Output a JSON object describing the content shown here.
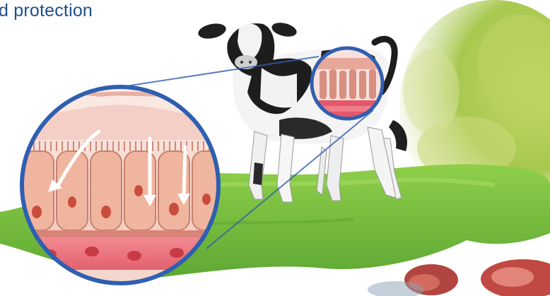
{
  "headline": {
    "text": "d protection",
    "color": "#1f4e8c"
  },
  "colors": {
    "ring": "#2f5fb0",
    "grass": "#7cc13f",
    "grass_dark": "#4f9a2a",
    "bush": "#a9c85a",
    "cell": "#f1b9a4",
    "nucleus": "#c8503f",
    "vessel": "#e8687a",
    "lumen": "#f7e2dc"
  },
  "illustration": {
    "subject": "holstein-calf",
    "callouts": [
      "intestinal-wall-closeup-large",
      "intestinal-wall-closeup-small"
    ],
    "arrows": 3
  }
}
